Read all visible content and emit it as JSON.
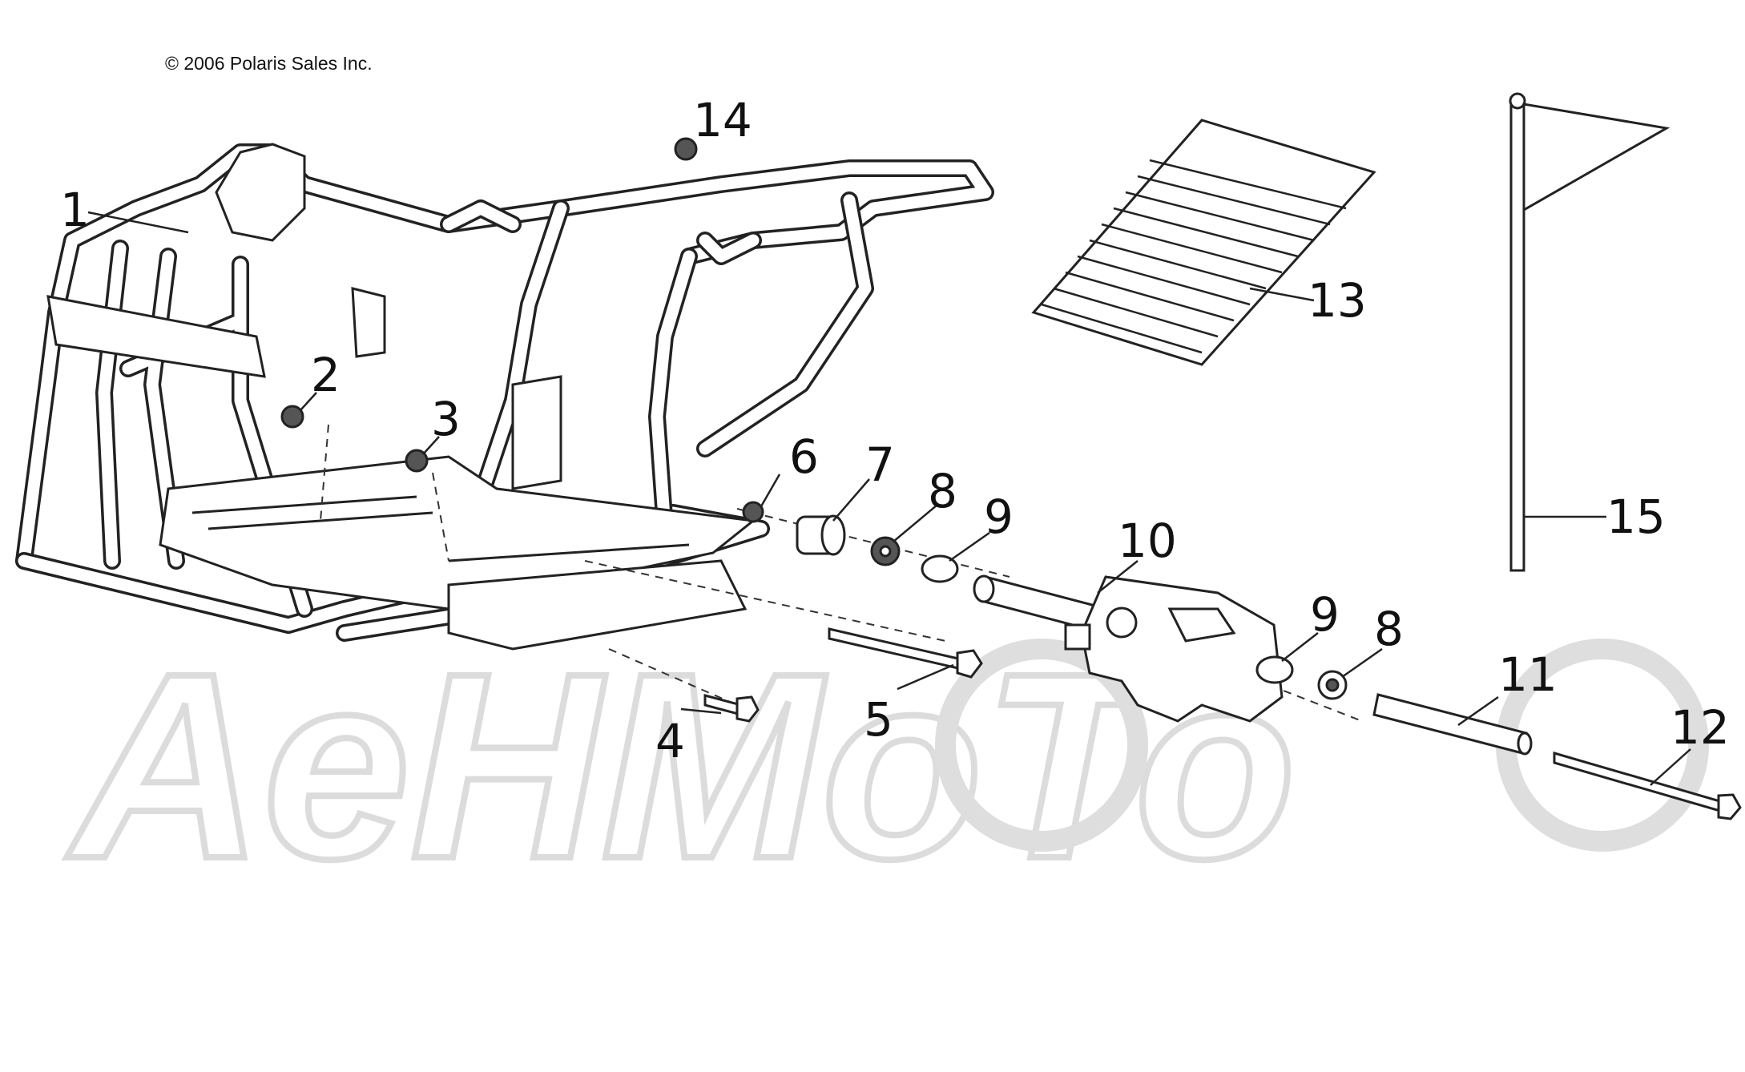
{
  "copyright": "© 2006 Polaris Sales Inc.",
  "watermark": "AeHMoTo",
  "callouts": [
    {
      "id": "1",
      "label": "1"
    },
    {
      "id": "2",
      "label": "2"
    },
    {
      "id": "3",
      "label": "3"
    },
    {
      "id": "4",
      "label": "4"
    },
    {
      "id": "5",
      "label": "5"
    },
    {
      "id": "6",
      "label": "6"
    },
    {
      "id": "7",
      "label": "7"
    },
    {
      "id": "8a",
      "label": "8"
    },
    {
      "id": "9a",
      "label": "9"
    },
    {
      "id": "10",
      "label": "10"
    },
    {
      "id": "9b",
      "label": "9"
    },
    {
      "id": "8b",
      "label": "8"
    },
    {
      "id": "11",
      "label": "11"
    },
    {
      "id": "12",
      "label": "12"
    },
    {
      "id": "13",
      "label": "13"
    },
    {
      "id": "14",
      "label": "14"
    },
    {
      "id": "15",
      "label": "15"
    }
  ]
}
